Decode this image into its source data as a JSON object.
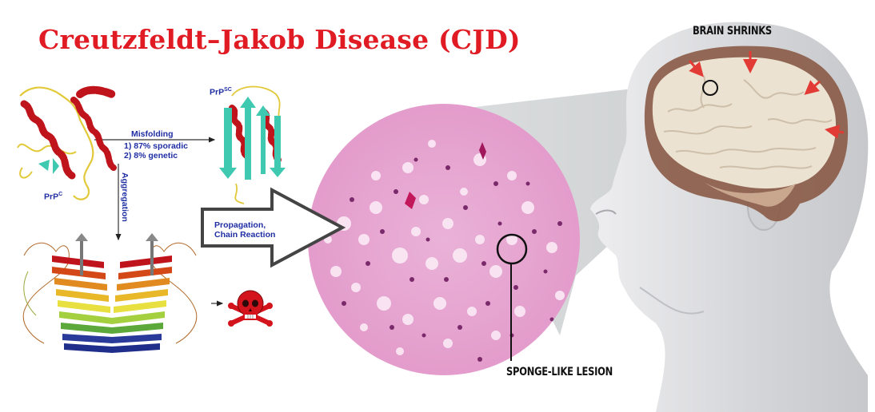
{
  "title": "Creutzfeldt–Jakob Disease (CJD)",
  "proteins": {
    "normal": {
      "label": "PrP",
      "sup": "C"
    },
    "misfolded": {
      "label": "PrP",
      "sup": "SC"
    }
  },
  "arrows": {
    "misfolding": {
      "label": "Misfolding",
      "lines": [
        "1) 87% sporadic",
        "2) 8% genetic"
      ]
    },
    "aggregation": {
      "label": "Aggregation"
    },
    "propagation": {
      "lines": [
        "Propagation,",
        "Chain Reaction"
      ]
    }
  },
  "captions": {
    "brain": "BRAIN SHRINKS",
    "lesion": "SPONGE-LIKE LESION"
  },
  "icons": [
    "skull-crossbones-icon",
    "arrow-right-icon",
    "arrow-down-icon",
    "block-arrow-icon",
    "red-arrow-icon",
    "circle-marker-icon"
  ],
  "colors": {
    "title": "#e01b24",
    "label_text": "#1f2ea3",
    "helix": "#c0141c",
    "sheet": "#3ec9b0",
    "coil": "#e2c93a",
    "tissue": "#e8a6d0",
    "nucleus": "#7a2a6a",
    "brain": "#e9dcc8",
    "skull_band": "#8a5a46",
    "head": "#d9dadc",
    "skull_icon": "#d4141c"
  }
}
